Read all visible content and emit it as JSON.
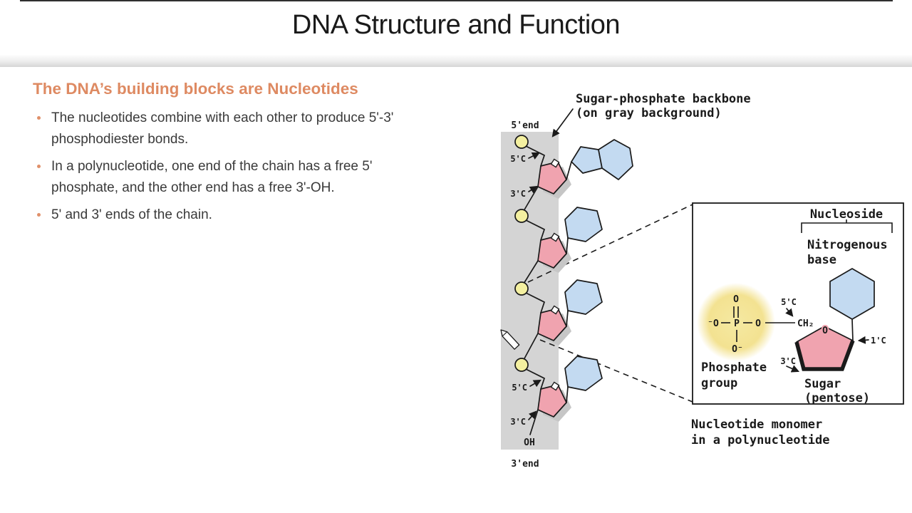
{
  "title": "DNA Structure and Function",
  "slide": {
    "heading": "The DNA’s building blocks are Nucleotides",
    "bullets": [
      "The nucleotides combine with each other to produce 5'-3' phosphodiester bonds.",
      "In a polynucleotide, one end of the chain has a free 5' phosphate, and the other end has a free 3'-OH.",
      "5' and 3' ends of the chain."
    ]
  },
  "diagram": {
    "backbone_label": {
      "line1": "Sugar-phosphate backbone",
      "line2": "(on gray background)"
    },
    "five_end": "5'end",
    "three_end": "3'end",
    "five_c": "5'C",
    "three_c": "3'C",
    "one_c": "1'C",
    "oh": "OH",
    "inset": {
      "nucleoside": "Nucleoside",
      "nitrogenous": "Nitrogenous",
      "base": "base",
      "phosphate": "Phosphate",
      "group": "group",
      "sugar": "Sugar",
      "pentose": "(pentose)",
      "o_top": "O",
      "o_ring": "O",
      "o_right": "O",
      "p": "P",
      "o_minus_left": "⁻O",
      "o_minus_bottom": "O⁻",
      "ch2": "CH₂",
      "caption_line1": "Nucleotide monomer",
      "caption_line2": "in a polynucleotide"
    },
    "colors": {
      "phosphate_yellow": "#f4f0a0",
      "sugar_pink": "#f0a3af",
      "base_blue": "#c3daf1",
      "backbone_gray": "#d4d4d4",
      "shadow_gray": "#c6c6c6",
      "glow_yellow": "#f3e291",
      "heading_orange": "#de8a62"
    }
  }
}
